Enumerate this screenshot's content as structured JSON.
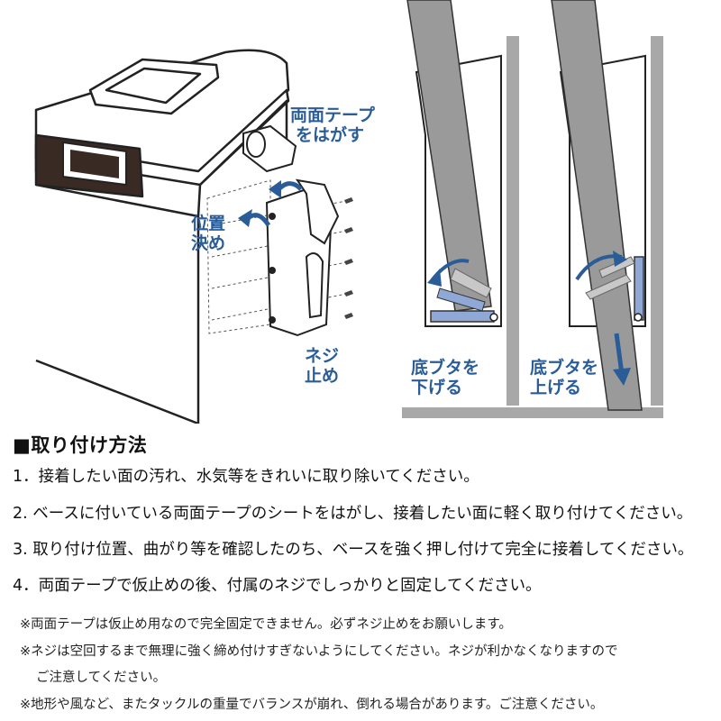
{
  "illustration": {
    "callouts": {
      "peel_tape": [
        "両面テープ",
        "をはがす"
      ],
      "position": [
        "位置",
        "決め"
      ],
      "screw": [
        "ネジ",
        "止め"
      ],
      "lower_lid": [
        "底ブタを",
        "下げる"
      ],
      "raise_lid": [
        "底ブタを",
        "上げる"
      ]
    },
    "colors": {
      "callout_blue": "#2a5c98",
      "bottom_lid_blue": "#8fa8d6",
      "pole_gray": "#9a9a9a",
      "wall_gray": "#a8a8a8"
    }
  },
  "instructions": {
    "title": "■取り付け方法",
    "steps": [
      "1．接着したい面の汚れ、水気等をきれいに取り除いてください。",
      "2. ベースに付いている両面テープのシートをはがし、接着したい面に軽く取り付けてください。",
      "3. 取り付け位置、曲がり等を確認したのち、ベースを強く押し付けて完全に接着してください。",
      "4．両面テープで仮止めの後、付属のネジでしっかりと固定してください。"
    ],
    "notes": [
      "※両面テープは仮止め用なので完全固定できません。必ずネジ止めをお願いします。",
      "※ネジは空回するまで無理に強く締め付けすぎないようにしてください。ネジが利かなくなりますので",
      "ご注意してください。",
      "※地形や風など、またタックルの重量でバランスが崩れ、倒れる場合があります。ご注意ください。"
    ]
  }
}
